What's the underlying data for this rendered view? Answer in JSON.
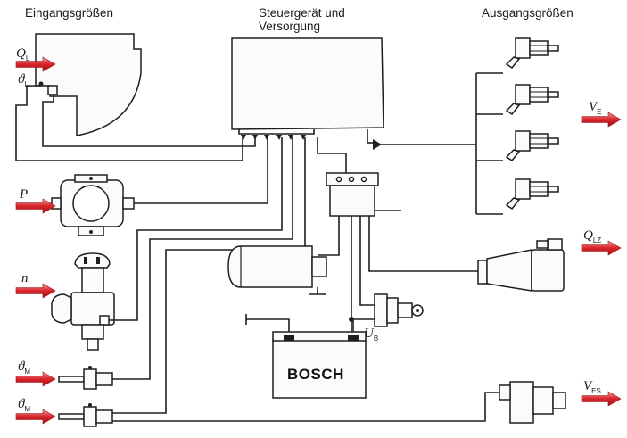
{
  "headings": {
    "inputs": "Eingangsgrößen",
    "control_line1": "Steuergerät und",
    "control_line2": "Versorgung",
    "outputs": "Ausgangsgrößen"
  },
  "input_symbols": {
    "air_flow": {
      "base": "Q",
      "sub": "L"
    },
    "air_temp": {
      "base": "ϑ",
      "sub": "L"
    },
    "pressure": {
      "base": "P",
      "sub": ""
    },
    "speed": {
      "base": "n",
      "sub": ""
    },
    "engine_temp_1": {
      "base": "ϑ",
      "sub": "M"
    },
    "engine_temp_2": {
      "base": "ϑ",
      "sub": "M"
    }
  },
  "output_symbols": {
    "injection": {
      "base": "V",
      "sub": "E"
    },
    "idle_air": {
      "base": "Q",
      "sub": "LZ"
    },
    "cold_start": {
      "base": "V",
      "sub": "ES"
    }
  },
  "battery": {
    "brand": "BOSCH",
    "voltage": {
      "base": "U",
      "sub": "B"
    }
  },
  "colors": {
    "arrow": "#d8232a",
    "line": "#1e1e1e",
    "background": "#ffffff"
  }
}
